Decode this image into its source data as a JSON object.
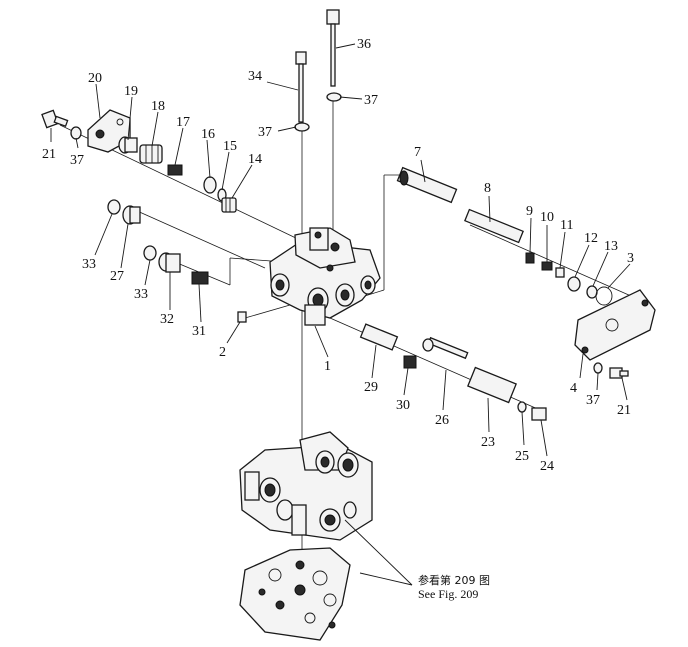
{
  "parts": {
    "p1": "1",
    "p2": "2",
    "p3": "3",
    "p4": "4",
    "p7": "7",
    "p8": "8",
    "p9": "9",
    "p10": "10",
    "p11": "11",
    "p12": "12",
    "p13": "13",
    "p14": "14",
    "p15": "15",
    "p16": "16",
    "p17": "17",
    "p18": "18",
    "p19": "19",
    "p20": "20",
    "p21a": "21",
    "p21b": "21",
    "p23": "23",
    "p24": "24",
    "p25": "25",
    "p26": "26",
    "p27": "27",
    "p29": "29",
    "p30": "30",
    "p31": "31",
    "p32": "32",
    "p33a": "33",
    "p33b": "33",
    "p34": "34",
    "p36": "36",
    "p37a": "37",
    "p37b": "37",
    "p37c": "37",
    "p37d": "37"
  },
  "reference_note": {
    "chinese": "参看第 209 图",
    "english": "See Fig. 209"
  }
}
